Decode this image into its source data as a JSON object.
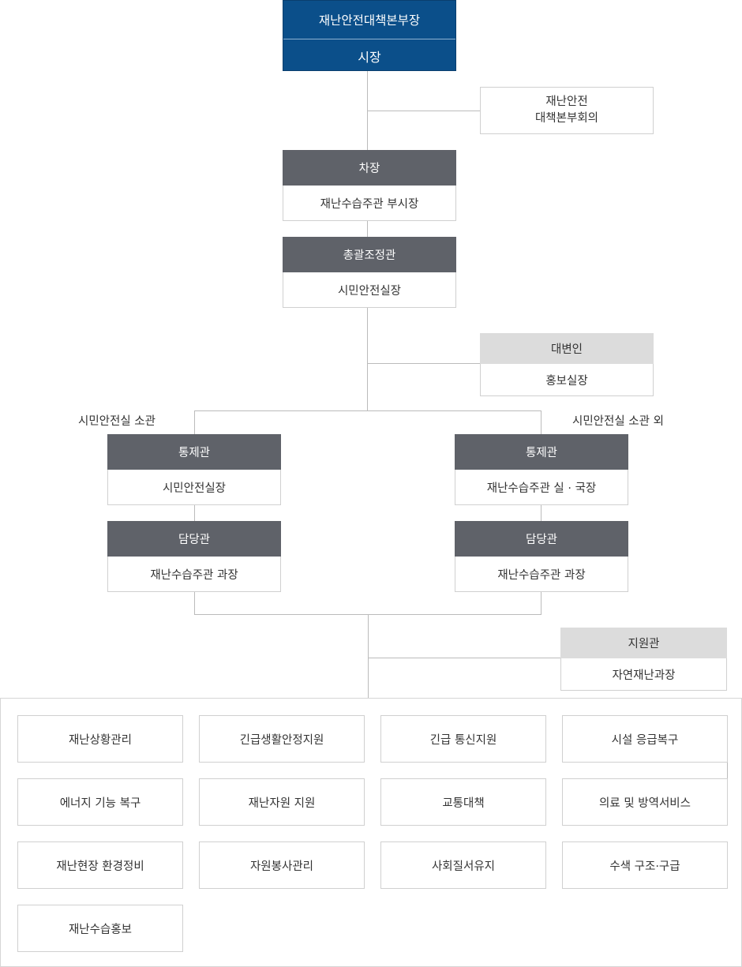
{
  "head": {
    "title": "재난안전대책본부장",
    "name": "시장"
  },
  "council": {
    "line1": "재난안전",
    "line2": "대책본부회의"
  },
  "deputy": {
    "role": "차장",
    "person": "재난수습주관 부시장"
  },
  "coordinator": {
    "role": "총괄조정관",
    "person": "시민안전실장"
  },
  "spokesperson": {
    "role": "대변인",
    "person": "홍보실장"
  },
  "left_branch": {
    "caption": "시민안전실 소관",
    "control": {
      "role": "통제관",
      "person": "시민안전실장"
    },
    "manager": {
      "role": "담당관",
      "person": "재난수습주관 과장"
    }
  },
  "right_branch": {
    "caption": "시민안전실 소관 외",
    "control": {
      "role": "통제관",
      "person": "재난수습주관 실 · 국장"
    },
    "manager": {
      "role": "담당관",
      "person": "재난수습주관 과장"
    }
  },
  "support": {
    "role": "지원관",
    "person": "자연재난과장"
  },
  "tasks": [
    "재난상황관리",
    "긴급생활안정지원",
    "긴급 통신지원",
    "시설 응급복구",
    "에너지 기능 복구",
    "재난자원 지원",
    "교통대책",
    "의료 및 방역서비스",
    "재난현장 환경정비",
    "자원봉사관리",
    "사회질서유지",
    "수색 구조·구급",
    "재난수습홍보"
  ]
}
